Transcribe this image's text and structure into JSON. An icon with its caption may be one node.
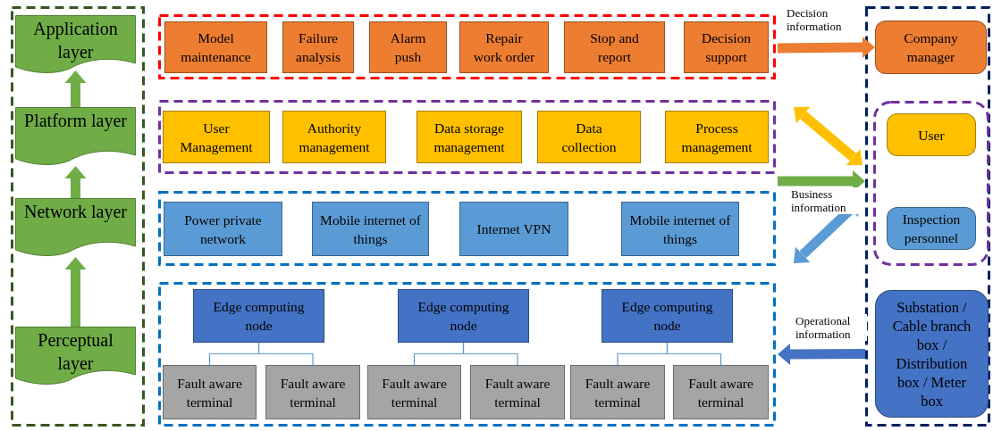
{
  "diagram": {
    "nodes": [
      {
        "text": [],
        "shape": "box"
      },
      {
        "text": [
          "Application layer"
        ],
        "in": 0
      },
      {
        "text": [
          "Platform layer"
        ],
        "in": 0
      },
      {
        "text": [
          "Network layer"
        ],
        "in": 0
      },
      {
        "text": [
          "Perceptual layer"
        ],
        "in": 0
      },
      {
        "text": [],
        "shape": "box"
      },
      {
        "text": [
          "Model maintenance"
        ],
        "in": 5
      },
      {
        "text": [
          "Failure analysis"
        ],
        "in": 5
      },
      {
        "text": [
          "Alarm push"
        ],
        "in": 5
      },
      {
        "text": [
          "Repair work order"
        ],
        "in": 5
      },
      {
        "text": [
          "Stop and report"
        ],
        "in": 5
      },
      {
        "text": [
          "Decision support"
        ],
        "in": 5
      },
      {
        "text": [],
        "shape": "box"
      },
      {
        "text": [
          "User Management"
        ],
        "in": 12
      },
      {
        "text": [
          "Authority management"
        ],
        "in": 12
      },
      {
        "text": [
          "Data storage management"
        ],
        "in": 12
      },
      {
        "text": [
          "Data collection"
        ],
        "in": 12
      },
      {
        "text": [
          "Process management"
        ],
        "in": 12
      },
      {
        "text": [],
        "shape": "box"
      },
      {
        "text": [
          "Power private network"
        ],
        "in": 18
      },
      {
        "text": [
          "Mobile internet of things"
        ],
        "in": 18
      },
      {
        "text": [
          "Internet VPN"
        ],
        "in": 18
      },
      {
        "text": [
          "Mobile internet of things"
        ],
        "in": 18
      },
      {
        "text": [],
        "shape": "box"
      },
      {
        "text": [
          "Edge computing node"
        ],
        "in": 23
      },
      {
        "text": [
          "Fault aware terminal"
        ],
        "in": 23
      },
      {
        "text": [
          "Fault aware terminal"
        ],
        "in": 23
      },
      {
        "text": [
          "Edge computing node"
        ],
        "in": 23
      },
      {
        "text": [
          "Fault aware terminal"
        ],
        "in": 23
      },
      {
        "text": [
          "Fault aware terminal"
        ],
        "in": 23
      },
      {
        "text": [
          "Edge computing node"
        ],
        "in": 23
      },
      {
        "text": [
          "Fault aware terminal"
        ],
        "in": 23
      },
      {
        "text": [
          "Fault aware terminal"
        ],
        "in": 23
      },
      {
        "text": [],
        "shape": "box"
      },
      {
        "text": [
          "Company manager"
        ],
        "in": 33
      },
      {
        "text": [],
        "shape": "box",
        "in": 33
      },
      {
        "text": [
          "User"
        ],
        "in": 35
      },
      {
        "text": [
          "Inspection personnel"
        ],
        "in": 35
      },
      {
        "text": [
          "Substation / Cable branch box / Distribution box / Meter box"
        ],
        "in": 33
      }
    ],
    "edges": [
      {
        "from": 4,
        "to": 3,
        "arrow": "to",
        "color": "#70ad47"
      },
      {
        "from": 3,
        "to": 2,
        "arrow": "to",
        "color": "#70ad47"
      },
      {
        "from": 2,
        "to": 1,
        "arrow": "to",
        "color": "#70ad47"
      },
      {
        "from": 5,
        "to": 34,
        "arrow": "to",
        "label": "Decision information",
        "color": "#ed7d31"
      },
      {
        "from": 12,
        "to": 33,
        "arrow": "both",
        "color": "#ffc000"
      },
      {
        "from": 12,
        "to": 33,
        "arrow": "to",
        "label": "Business information",
        "color": "#70ad47"
      },
      {
        "from": 18,
        "to": 33,
        "arrow": "both",
        "color": "#5b9bd5"
      },
      {
        "from": 38,
        "to": 23,
        "arrow": "to",
        "label": "Operational information",
        "color": "#4472c4"
      },
      {
        "from": 24,
        "to": 25,
        "arrow": "none"
      },
      {
        "from": 24,
        "to": 26,
        "arrow": "none"
      },
      {
        "from": 27,
        "to": 28,
        "arrow": "none"
      },
      {
        "from": 27,
        "to": 29,
        "arrow": "none"
      },
      {
        "from": 30,
        "to": 31,
        "arrow": "none"
      },
      {
        "from": 30,
        "to": 32,
        "arrow": "none"
      }
    ]
  }
}
